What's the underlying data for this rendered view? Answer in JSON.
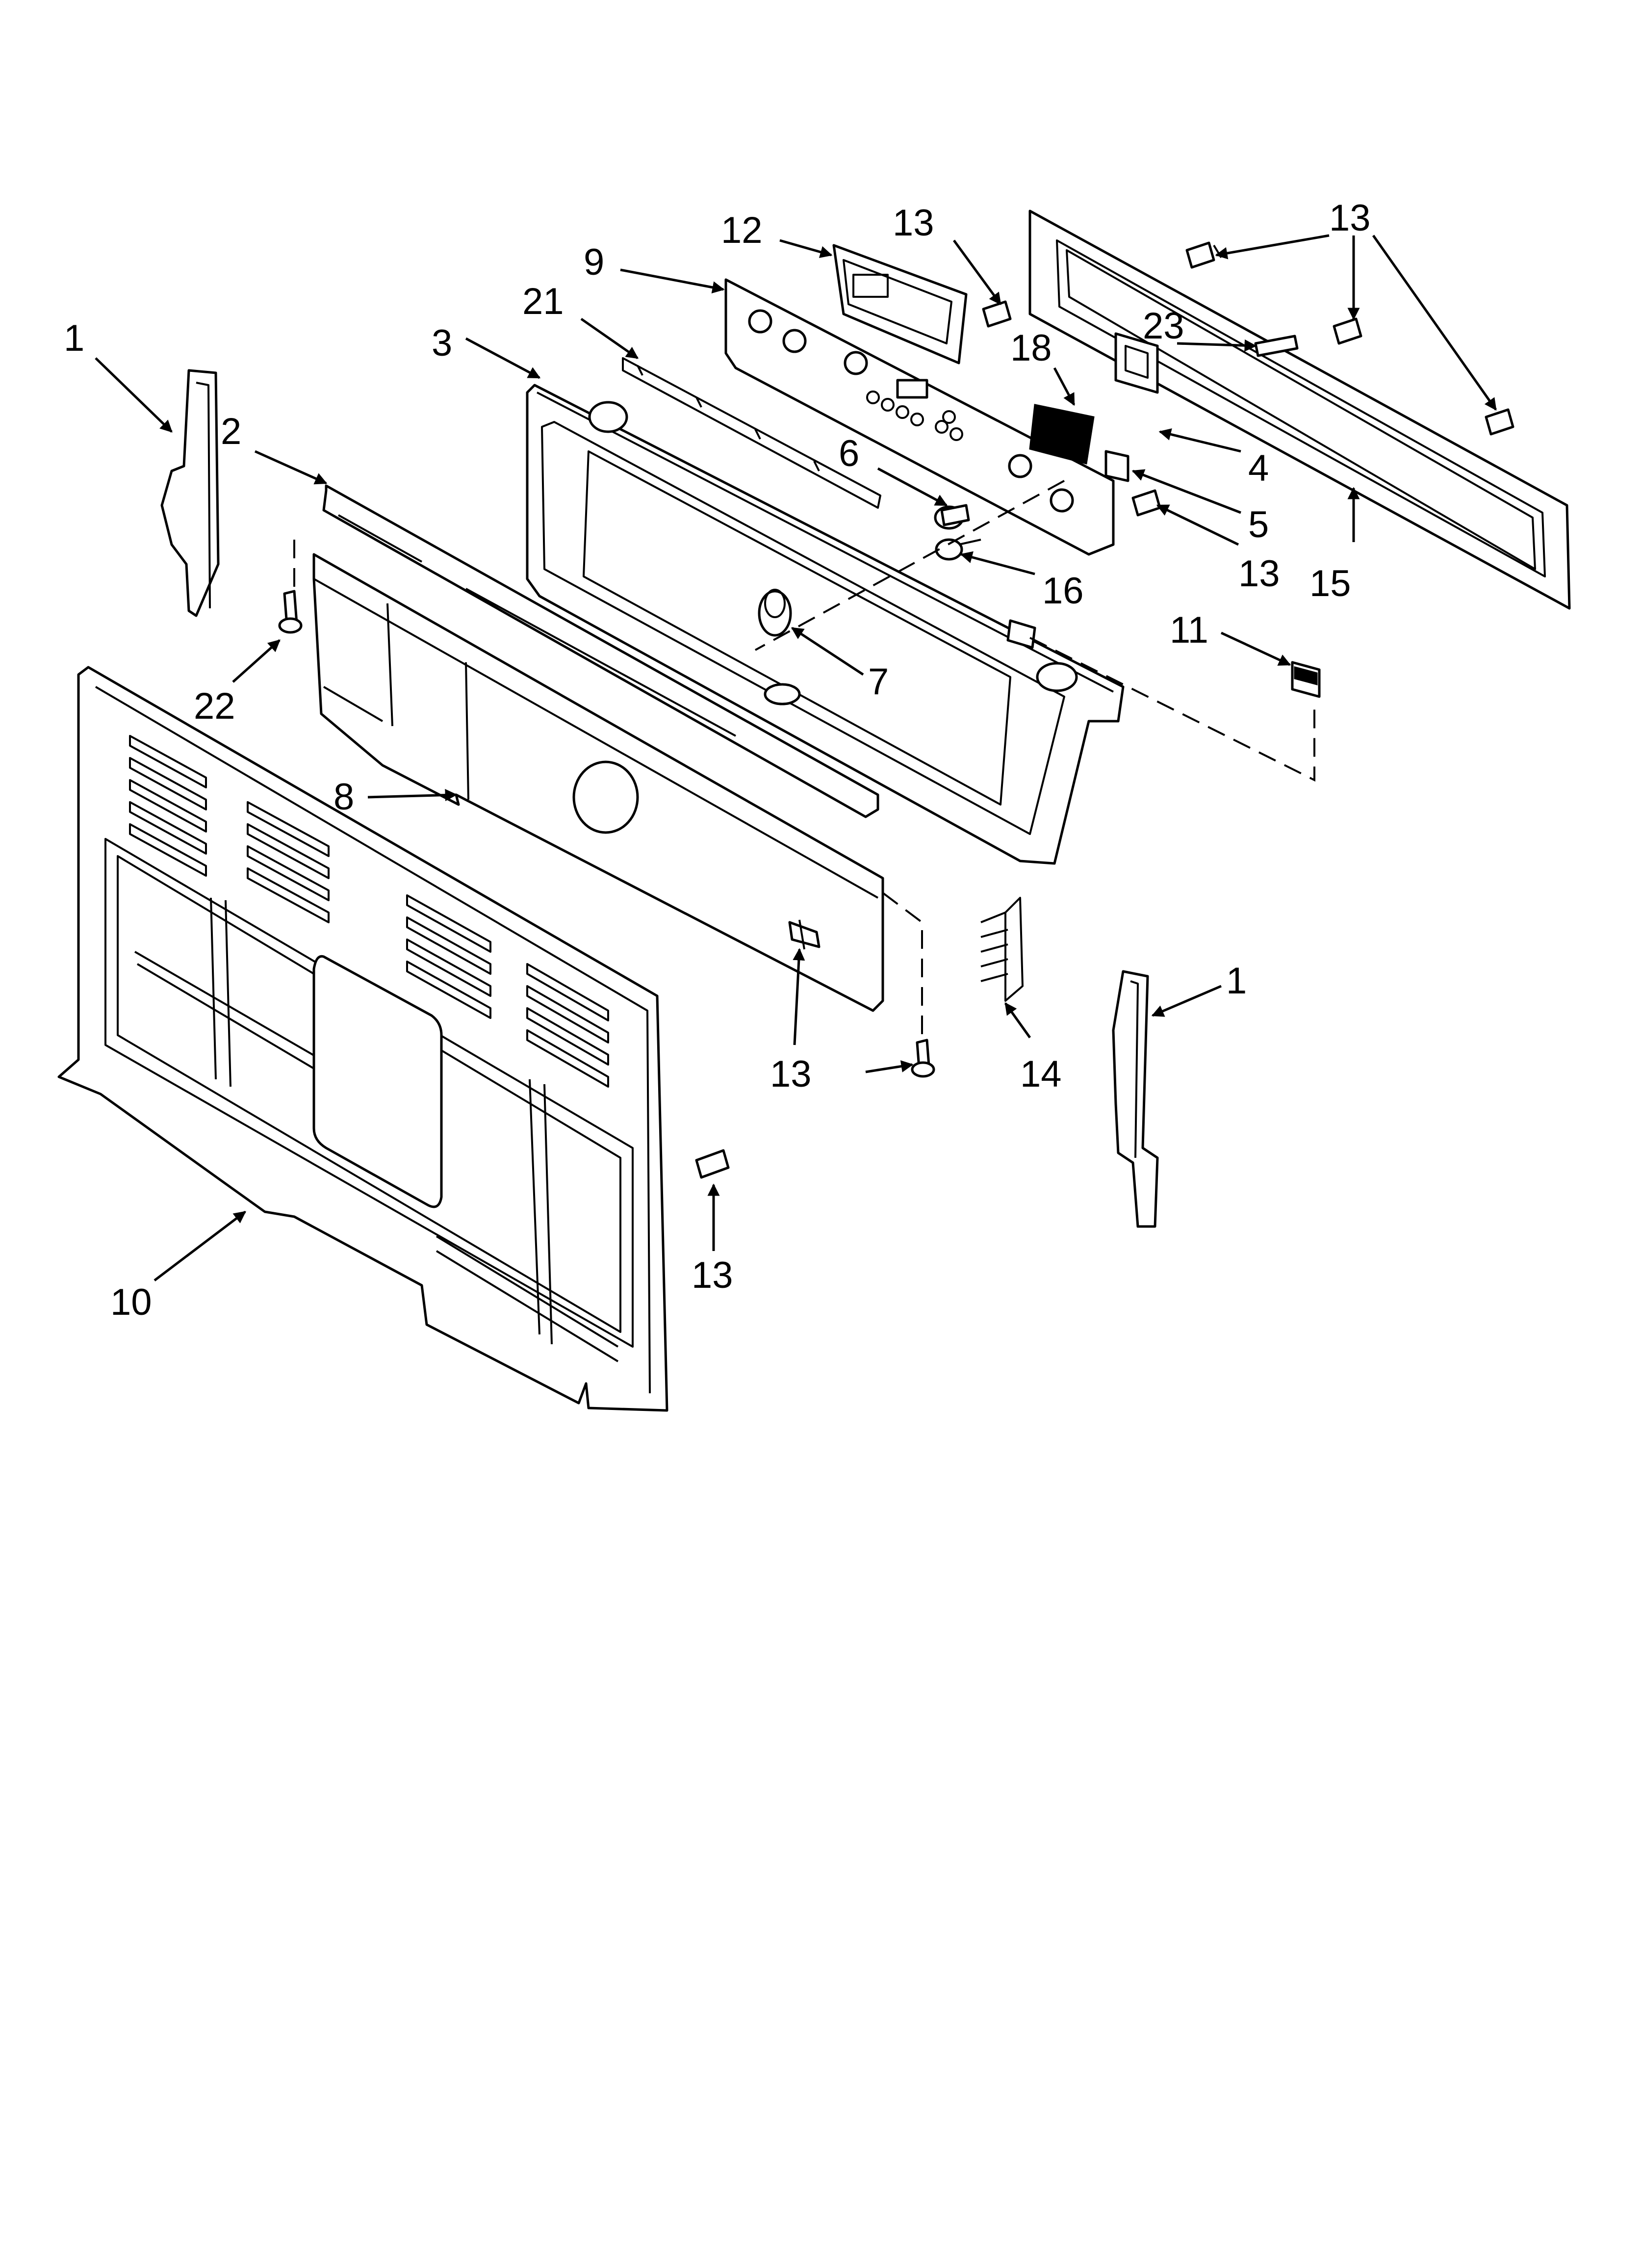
{
  "callouts": [
    {
      "id": "c1a",
      "label": "1"
    },
    {
      "id": "c2",
      "label": "2"
    },
    {
      "id": "c3",
      "label": "3"
    },
    {
      "id": "c21",
      "label": "21"
    },
    {
      "id": "c9",
      "label": "9"
    },
    {
      "id": "c12",
      "label": "12"
    },
    {
      "id": "c13a",
      "label": "13"
    },
    {
      "id": "c13b",
      "label": "13"
    },
    {
      "id": "c23",
      "label": "23"
    },
    {
      "id": "c18",
      "label": "18"
    },
    {
      "id": "c6",
      "label": "6"
    },
    {
      "id": "c4",
      "label": "4"
    },
    {
      "id": "c5",
      "label": "5"
    },
    {
      "id": "c13c",
      "label": "13"
    },
    {
      "id": "c15",
      "label": "15"
    },
    {
      "id": "c16",
      "label": "16"
    },
    {
      "id": "c7",
      "label": "7"
    },
    {
      "id": "c11",
      "label": "11"
    },
    {
      "id": "c22",
      "label": "22"
    },
    {
      "id": "c8",
      "label": "8"
    },
    {
      "id": "c1b",
      "label": "1"
    },
    {
      "id": "c14",
      "label": "14"
    },
    {
      "id": "c13d",
      "label": "13"
    },
    {
      "id": "c13e",
      "label": "13"
    },
    {
      "id": "c10",
      "label": "10"
    }
  ]
}
